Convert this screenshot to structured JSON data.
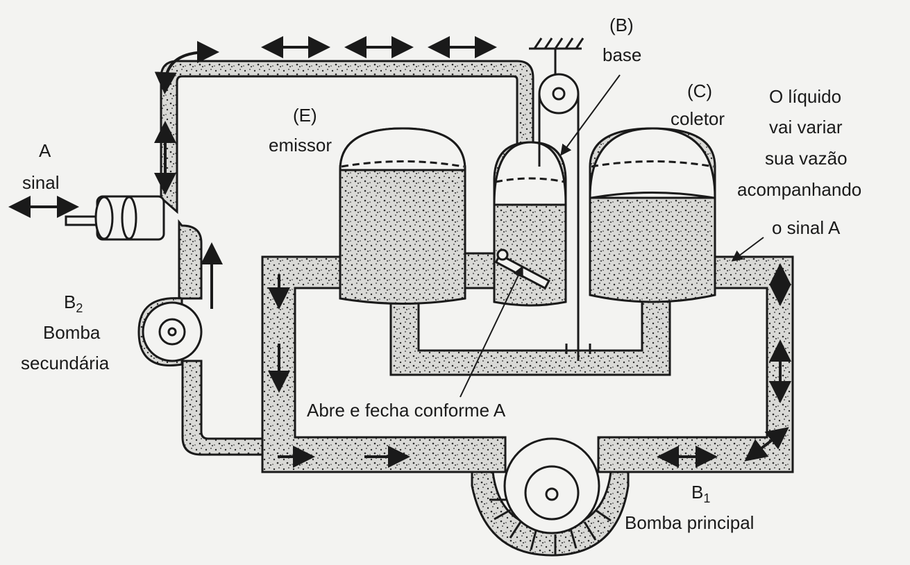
{
  "labels": {
    "signal_letter": "A",
    "signal_word": "sinal",
    "base_letter": "(B)",
    "base_word": "base",
    "collector_letter": "(C)",
    "collector_word": "coletor",
    "emitter_letter": "(E)",
    "emitter_word": "emissor",
    "liquid_note": [
      "O líquido",
      "vai variar",
      "sua vazão",
      "acompanhando",
      "o sinal A"
    ],
    "secondary_pump_letter": "B",
    "secondary_pump_sub": "2",
    "secondary_pump_words": [
      "Bomba",
      "secundária"
    ],
    "main_pump_letter": "B",
    "main_pump_sub": "1",
    "main_pump_words": "Bomba principal",
    "valve_note": "Abre e fecha conforme A"
  },
  "colors": {
    "ink": "#1a1a1a",
    "fluid": "#d9d9d6",
    "paper": "#f3f3f1",
    "dots": "#2a2a2a"
  }
}
